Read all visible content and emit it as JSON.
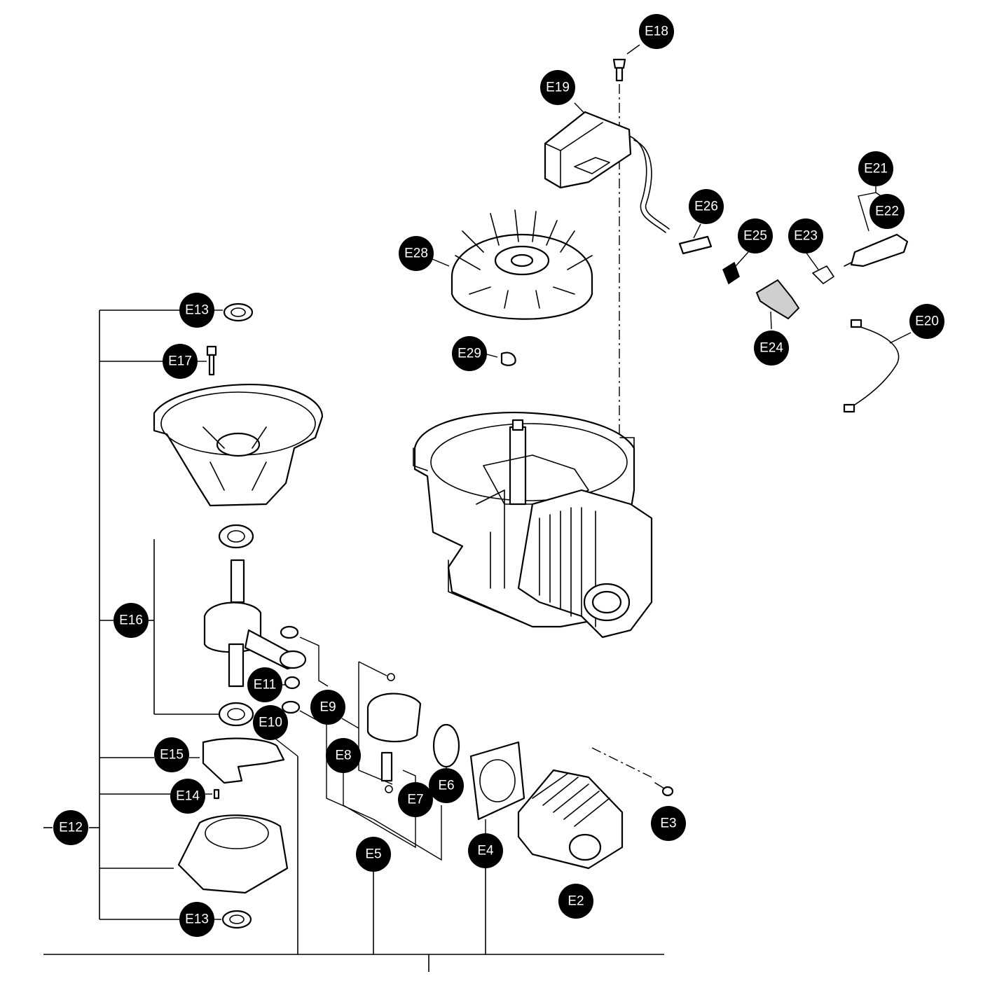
{
  "diagram": {
    "callouts": {
      "e2": "E2",
      "e3": "E3",
      "e4": "E4",
      "e5": "E5",
      "e6": "E6",
      "e7": "E7",
      "e8": "E8",
      "e9": "E9",
      "e10": "E10",
      "e11": "E11",
      "e12": "E12",
      "e13_top": "E13",
      "e13_bottom": "E13",
      "e14": "E14",
      "e15": "E15",
      "e16": "E16",
      "e17": "E17",
      "e18": "E18",
      "e19": "E19",
      "e20": "E20",
      "e21": "E21",
      "e22": "E22",
      "e23": "E23",
      "e24": "E24",
      "e25": "E25",
      "e26": "E26",
      "e28": "E28",
      "e29": "E29"
    },
    "colors": {
      "ink": "#000000",
      "background": "#ffffff",
      "callout_text": "#ffffff"
    }
  }
}
